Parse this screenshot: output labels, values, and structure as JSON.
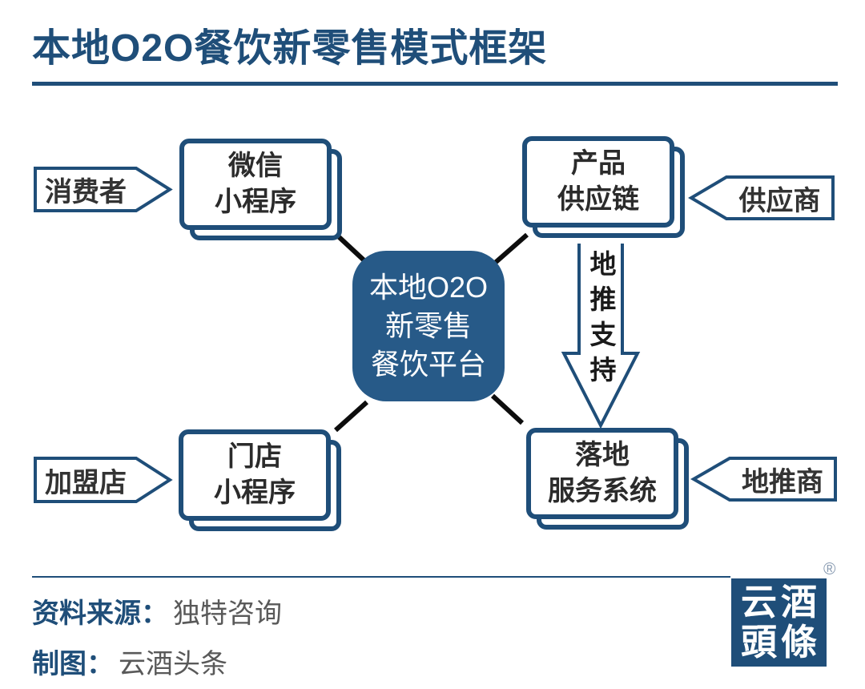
{
  "title": "本地O2O餐饮新零售模式框架",
  "center_node": {
    "label": "本地O2O\n新零售\n餐饮平台"
  },
  "nodes": {
    "wechat_miniprogram": {
      "label": "微信\n小程序"
    },
    "product_supply_chain": {
      "label": "产品\n供应链"
    },
    "store_miniprogram": {
      "label": "门店\n小程序"
    },
    "landing_service_system": {
      "label": "落地\n服务系统"
    }
  },
  "tags": {
    "consumer": {
      "label": "消费者"
    },
    "supplier": {
      "label": "供应商"
    },
    "franchise_store": {
      "label": "加盟店"
    },
    "ground_promoter": {
      "label": "地推商"
    }
  },
  "support_arrow": {
    "label": "地推支持"
  },
  "footer": {
    "source_label": "资料来源：",
    "source_value": "独特咨询",
    "credit_label": "制图：",
    "credit_value": "云酒头条",
    "logo_row1": "云酒",
    "logo_row2": "頭條",
    "registered_mark": "®"
  },
  "colors": {
    "brand_blue": "#1f4e79",
    "center_fill": "#275a88",
    "node_text": "#2b2b2b",
    "footer_gray": "#595959",
    "connector_black": "#0d0d0d"
  }
}
